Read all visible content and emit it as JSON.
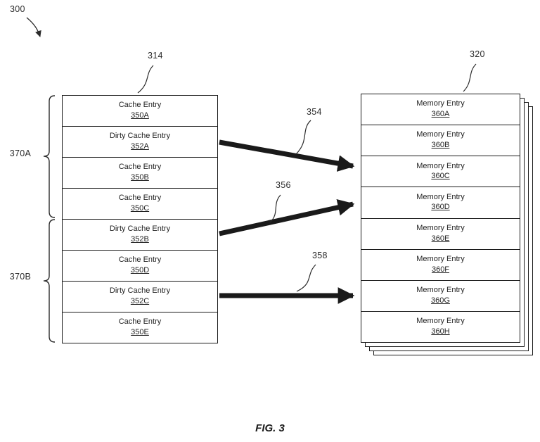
{
  "figure": {
    "caption": "FIG. 3",
    "diagram_ref": "300"
  },
  "cache_table": {
    "ref": "314",
    "rows": [
      {
        "title": "Cache Entry",
        "ref": "350A"
      },
      {
        "title": "Dirty Cache Entry",
        "ref": "352A"
      },
      {
        "title": "Cache Entry",
        "ref": "350B"
      },
      {
        "title": "Cache Entry",
        "ref": "350C"
      },
      {
        "title": "Dirty Cache Entry",
        "ref": "352B"
      },
      {
        "title": "Cache Entry",
        "ref": "350D"
      },
      {
        "title": "Dirty Cache Entry",
        "ref": "352C"
      },
      {
        "title": "Cache Entry",
        "ref": "350E"
      }
    ]
  },
  "memory_table": {
    "ref": "320",
    "rows": [
      {
        "title": "Memory Entry",
        "ref": "360A"
      },
      {
        "title": "Memory Entry",
        "ref": "360B"
      },
      {
        "title": "Memory Entry",
        "ref": "360C"
      },
      {
        "title": "Memory Entry",
        "ref": "360D"
      },
      {
        "title": "Memory Entry",
        "ref": "360E"
      },
      {
        "title": "Memory Entry",
        "ref": "360F"
      },
      {
        "title": "Memory Entry",
        "ref": "360G"
      },
      {
        "title": "Memory Entry",
        "ref": "360H"
      }
    ]
  },
  "groups": [
    {
      "label": "370A",
      "rows": [
        "350A",
        "352A",
        "350B",
        "350C"
      ]
    },
    {
      "label": "370B",
      "rows": [
        "352B",
        "350D",
        "352C",
        "350E"
      ]
    }
  ],
  "arrows": [
    {
      "label": "354",
      "from": "352A",
      "to": "360C"
    },
    {
      "label": "356",
      "from": "352B",
      "to": "360D"
    },
    {
      "label": "358",
      "from": "352C",
      "to": "360G"
    }
  ],
  "colors": {
    "line": "#1a1a1a",
    "background": "#ffffff"
  }
}
